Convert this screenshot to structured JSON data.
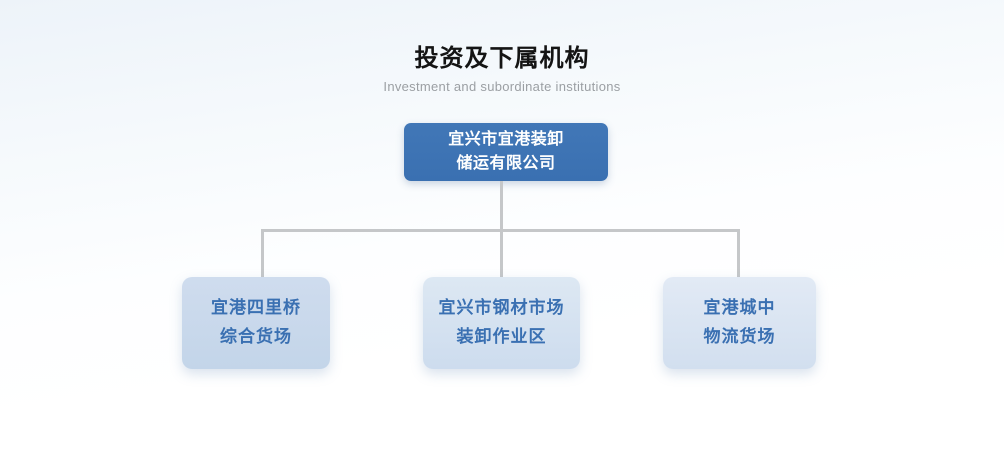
{
  "header": {
    "title": "投资及下属机构",
    "subtitle": "Investment and subordinate institutions"
  },
  "org_chart": {
    "type": "org-tree",
    "root": {
      "line1": "宜兴市宜港装卸",
      "line2": "储运有限公司"
    },
    "children": [
      {
        "line1": "宜港四里桥",
        "line2": "综合货场"
      },
      {
        "line1": "宜兴市钢材市场",
        "line2": "装卸作业区"
      },
      {
        "line1": "宜港城中",
        "line2": "物流货场"
      }
    ]
  },
  "colors": {
    "root_box_blue": "#3b72b3",
    "root_text": "#ffffff",
    "child_box_light_blue": "#cdd9ec",
    "child_text_blue": "#3a70b2",
    "connector_gray": "#c5c7c9",
    "title_black": "#141414",
    "subtitle_gray": "#9b9fa3",
    "background_top": "#edf3f9",
    "background_bottom": "#ffffff"
  }
}
